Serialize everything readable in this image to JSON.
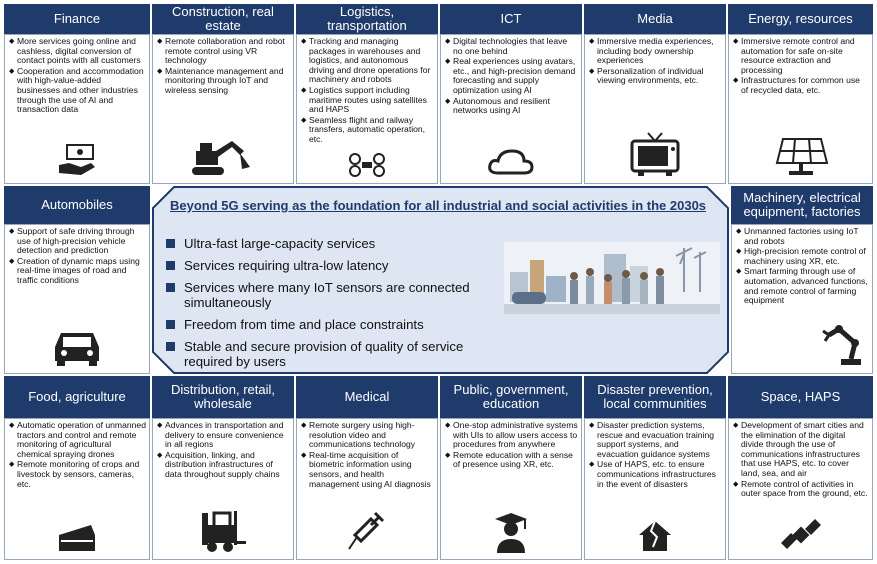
{
  "top": [
    {
      "title": "Finance",
      "items": [
        "More services going online and cashless, digital conversion of contact points with all customers",
        "Cooperation and accommodation with high-value-added businesses and other industries through the use of AI and transaction data"
      ],
      "icon": "money-hand-icon"
    },
    {
      "title": "Construction, real estate",
      "items": [
        "Remote collaboration and robot remote control using VR technology",
        "Maintenance management and monitoring through IoT and wireless sensing"
      ],
      "icon": "excavator-icon"
    },
    {
      "title": "Logistics, transportation",
      "items": [
        "Tracking and managing packages in warehouses and logistics, and autonomous driving and drone operations for machinery and robots",
        "Logistics support including maritime routes using satellites and HAPS",
        "Seamless flight and railway transfers, automatic operation, etc."
      ],
      "icon": "drone-icon"
    },
    {
      "title": "ICT",
      "items": [
        "Digital technologies that leave no one behind",
        "Real experiences using avatars, etc., and high-precision demand forecasting and supply optimization using AI",
        "Autonomous and resilient networks using AI"
      ],
      "icon": "cloud-icon"
    },
    {
      "title": "Media",
      "items": [
        "Immersive media experiences, including body ownership experiences",
        "Personalization of individual viewing environments, etc."
      ],
      "icon": "tv-icon"
    },
    {
      "title": "Energy, resources",
      "items": [
        "Immersive remote control and automation for safe on-site resource extraction and processing",
        "Infrastructures for common use of recycled data, etc."
      ],
      "icon": "solar-panel-icon"
    }
  ],
  "left_mid": {
    "title": "Automobiles",
    "items": [
      "Support of safe driving through use of high-precision vehicle detection and prediction",
      "Creation of dynamic maps using real-time images of road and traffic conditions"
    ],
    "icon": "car-icon"
  },
  "right_mid": {
    "title": "Machinery, electrical equipment, factories",
    "items": [
      "Unmanned factories using IoT and robots",
      "High-precision remote control of machinery using XR, etc.",
      "Smart farming through use of automation, advanced functions, and remote control of farming equipment"
    ],
    "icon": "robot-arm-icon"
  },
  "center": {
    "title": "Beyond 5G serving as the foundation for all industrial and social activities in the 2030s",
    "items": [
      "Ultra-fast large-capacity services",
      "Services requiring ultra-low latency",
      "Services where many IoT sensors are connected simultaneously",
      "Freedom from time and place constraints",
      "Stable and secure provision of quality of service required by users"
    ]
  },
  "bottom": [
    {
      "title": "Food, agriculture",
      "items": [
        "Automatic operation of unmanned tractors and control and remote monitoring of agricultural chemical spraying drones",
        "Remote monitoring of crops and livestock by sensors, cameras, etc."
      ],
      "icon": "cake-icon"
    },
    {
      "title": "Distribution, retail, wholesale",
      "items": [
        "Advances in transportation and delivery to ensure convenience in all regions",
        "Acquisition, linking, and distribution infrastructures of data throughout supply chains"
      ],
      "icon": "forklift-icon"
    },
    {
      "title": "Medical",
      "items": [
        "Remote surgery using high-resolution video and communications technology",
        "Real-time acquisition of biometric information using sensors, and health management using AI diagnosis"
      ],
      "icon": "syringe-icon"
    },
    {
      "title": "Public, government, education",
      "items": [
        "One-stop administrative systems with UIs to allow users access to procedures from anywhere",
        "Remote education with a sense of presence using XR, etc."
      ],
      "icon": "graduate-icon"
    },
    {
      "title": "Disaster prevention, local communities",
      "items": [
        "Disaster prediction systems, rescue and evacuation training support systems, and evacuation guidance systems",
        "Use of HAPS, etc. to ensure communications infrastructures in the event of disasters"
      ],
      "icon": "damaged-house-icon"
    },
    {
      "title": "Space, HAPS",
      "items": [
        "Development of smart cities and the elimination of the digital divide through the use of communications infrastructures that use HAPS, etc. to cover land, sea, and air",
        "Remote control of activities in outer space from the ground, etc."
      ],
      "icon": "satellite-icon"
    }
  ],
  "colors": {
    "header": "#1f3b6b",
    "center_fill": "#dde6f2",
    "border": "#9aa7bb"
  }
}
